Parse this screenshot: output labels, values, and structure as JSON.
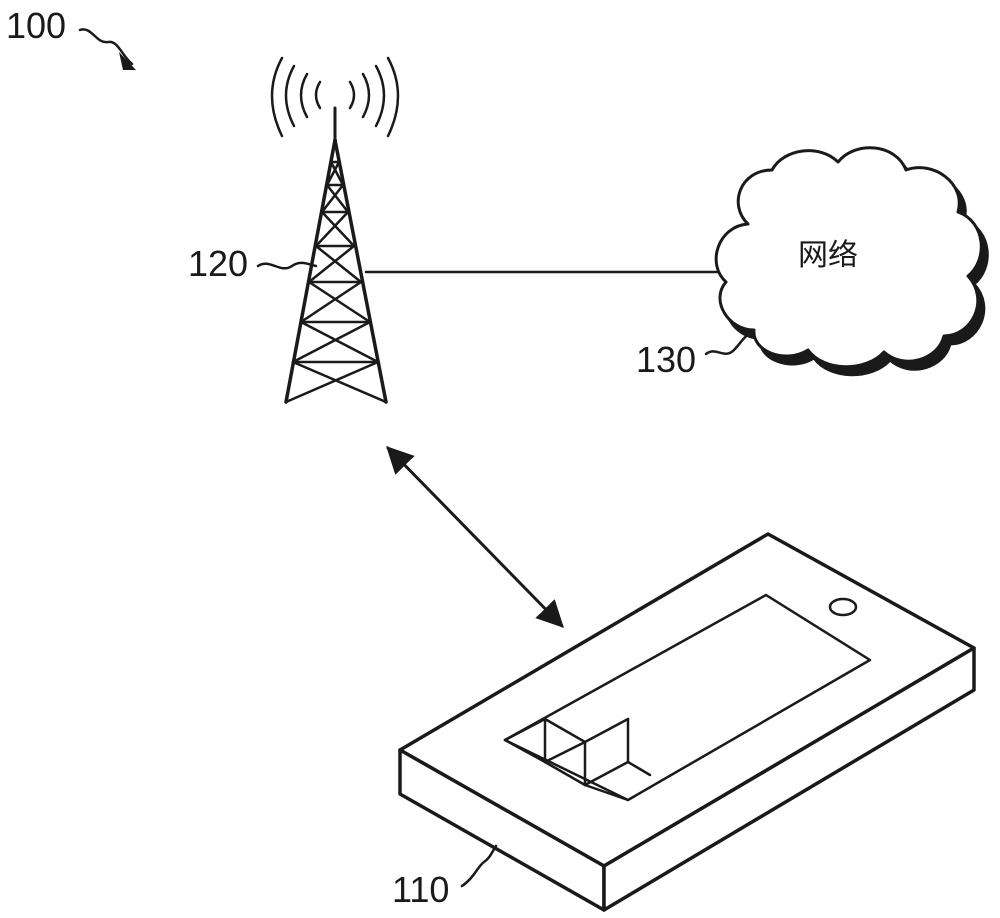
{
  "figure": {
    "system_label": "100",
    "base_station": {
      "ref": "120"
    },
    "network": {
      "ref": "130",
      "name": "网络"
    },
    "user_device": {
      "ref": "110"
    }
  }
}
